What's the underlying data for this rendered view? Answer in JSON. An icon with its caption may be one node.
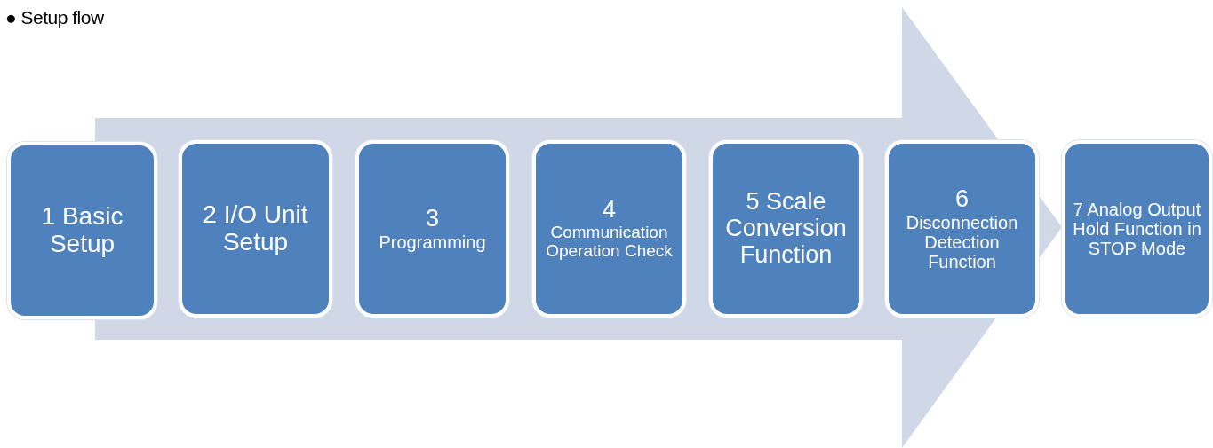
{
  "diagram": {
    "title": "● Setup flow",
    "nodes": [
      {
        "text": [
          "1 Basic Setup"
        ]
      },
      {
        "text": [
          "2 I/O Unit Setup"
        ]
      },
      {
        "text": [
          "3",
          "Programming"
        ]
      },
      {
        "text": [
          "4",
          "Communication Operation Check"
        ]
      },
      {
        "text": [
          "5 Scale Conversion Function"
        ]
      },
      {
        "text": [
          "6",
          "Disconnection Detection Function"
        ]
      },
      {
        "text": [
          "7 Analog Output Hold Function in STOP Mode"
        ]
      }
    ]
  }
}
